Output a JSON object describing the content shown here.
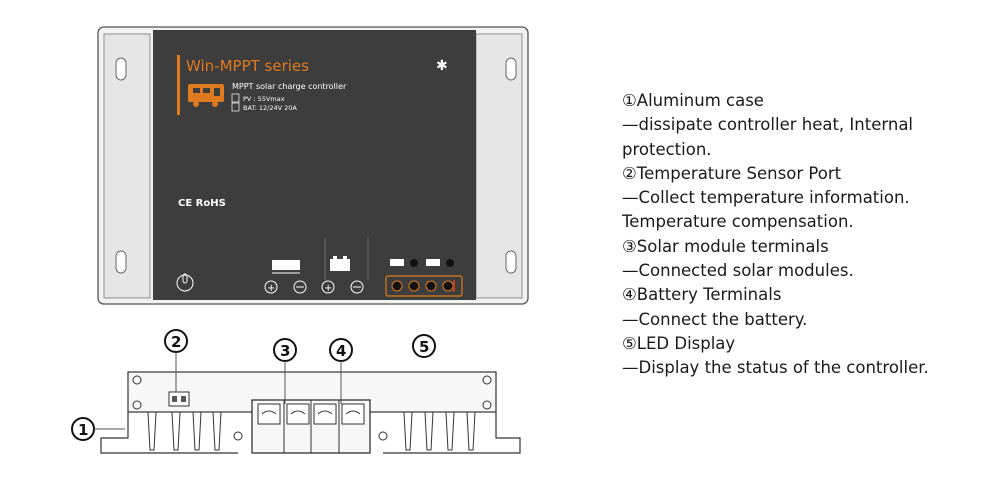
{
  "device": {
    "brand": "Win-MPPT  series",
    "subtitle": "MPPT solar charge controller",
    "pv_label": "PV  :  55Vmax",
    "bat_label": "BAT:  12/24V    20A",
    "cert_label": "CE RoHS",
    "bluetooth_glyph": "✱"
  },
  "callouts": [
    {
      "id": "1",
      "glyph": "①"
    },
    {
      "id": "2",
      "glyph": "②"
    },
    {
      "id": "3",
      "glyph": "③"
    },
    {
      "id": "4",
      "glyph": "④"
    },
    {
      "id": "5",
      "glyph": "⑤"
    }
  ],
  "legend": [
    "①Aluminum case",
    "—dissipate controller heat, Internal",
    "protection.",
    "②Temperature Sensor Port",
    "—Collect temperature information.",
    "Temperature compensation.",
    "③Solar module terminals",
    "—Connected solar modules.",
    "④Battery Terminals",
    "—Connect the battery.",
    "⑤LED Display",
    "—Display the status of the controller."
  ],
  "colors": {
    "brand_orange": "#e07a1f",
    "panel_dark": "#3d3d3d",
    "case_gray": "#dcdcdc",
    "led_red": "#c0392b"
  }
}
